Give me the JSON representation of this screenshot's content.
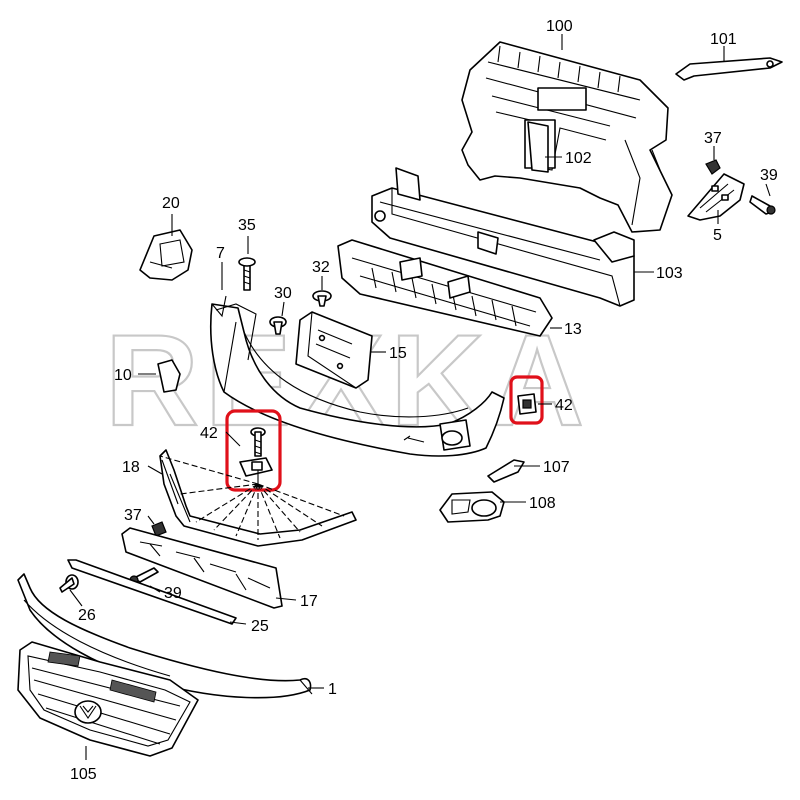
{
  "watermark": "REXKA",
  "highlight_color": "#e0101a",
  "callouts": {
    "p100": "100",
    "p101": "101",
    "p102": "102",
    "p37a": "37",
    "p39a": "39",
    "p5": "5",
    "p20": "20",
    "p35": "35",
    "p7": "7",
    "p32": "32",
    "p103": "103",
    "p30": "30",
    "p13": "13",
    "p15": "15",
    "p10": "10",
    "p42a": "42",
    "p42b": "42",
    "p18": "18",
    "p107": "107",
    "p108": "108",
    "p37b": "37",
    "p39b": "39",
    "p17": "17",
    "p26": "26",
    "p25": "25",
    "p1": "1",
    "p105": "105"
  }
}
